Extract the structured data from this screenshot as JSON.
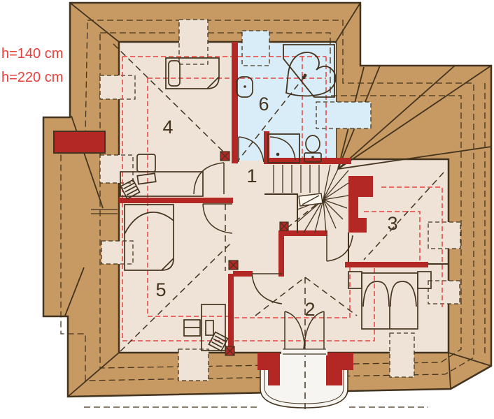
{
  "page": {
    "type": "attic floor plan",
    "background": "#ffffff"
  },
  "annotations": {
    "height_line_1": "h=140 cm",
    "height_line_2": "h=220 cm"
  },
  "rooms": [
    {
      "number": "1"
    },
    {
      "number": "2"
    },
    {
      "number": "3"
    },
    {
      "number": "4"
    },
    {
      "number": "5"
    },
    {
      "number": "6"
    }
  ],
  "colors": {
    "roof": "#C79A63",
    "floor": "#EFE3D7",
    "bathroom_floor": "#D9EDF8",
    "wall_red": "#B32724",
    "height_line_red": "#E8413C",
    "outline": "#44341F",
    "balcony": "#F6F5F1"
  }
}
